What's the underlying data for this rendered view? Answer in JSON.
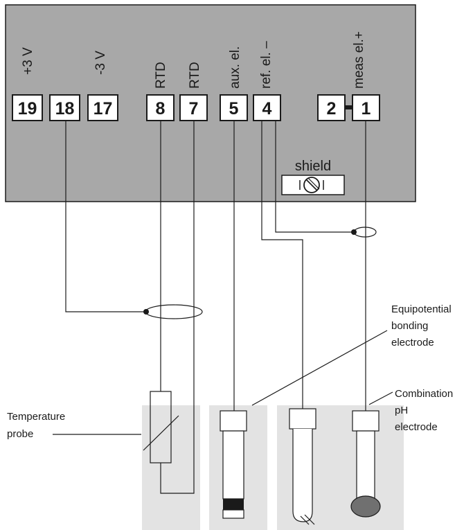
{
  "terminals": [
    {
      "number": "19",
      "label": "+3 V"
    },
    {
      "number": "18",
      "label": ""
    },
    {
      "number": "17",
      "label": "-3 V"
    },
    {
      "number": "8",
      "label": "RTD"
    },
    {
      "number": "7",
      "label": "RTD"
    },
    {
      "number": "5",
      "label": "aux. el."
    },
    {
      "number": "4",
      "label": "ref. el. –"
    },
    {
      "number": "2",
      "label": ""
    },
    {
      "number": "1",
      "label": "meas el.+"
    }
  ],
  "shield": {
    "label": "shield"
  },
  "annotations": {
    "temperature_probe": [
      "Temperature",
      "probe"
    ],
    "equipotential": [
      "Equipotential",
      "bonding",
      "electrode"
    ],
    "combination": [
      "Combination",
      "pH",
      "electrode"
    ]
  },
  "colors": {
    "panel": "#a8a8a8",
    "probe_area": "#e3e3e3",
    "line": "#1a1a1a",
    "terminal_fill": "#ffffff",
    "bulb": "#707070"
  }
}
